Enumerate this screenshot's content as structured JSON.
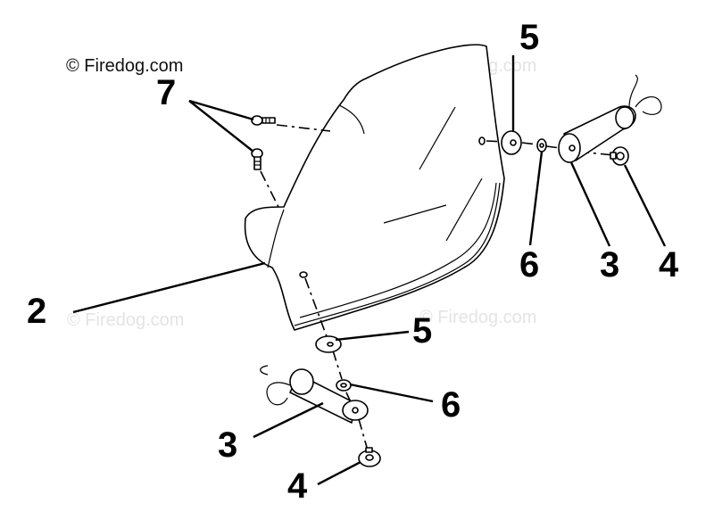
{
  "copyright": "© Firedog.com",
  "watermark": "© Firedog.com",
  "callouts": {
    "c7": "7",
    "c5_top": "5",
    "c6_top": "6",
    "c3_top": "3",
    "c4_top": "4",
    "c2": "2",
    "c5_bottom": "5",
    "c6_bottom": "6",
    "c3_bottom": "3",
    "c4_bottom": "4"
  }
}
